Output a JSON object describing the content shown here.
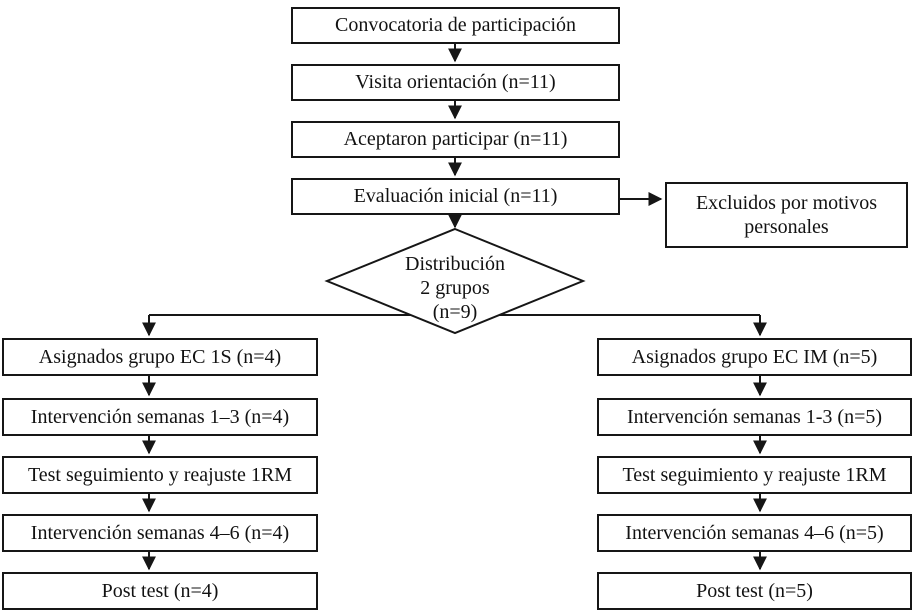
{
  "colors": {
    "ink": "#161616",
    "background": "#ffffff"
  },
  "flow": {
    "center": [
      "Convocatoria de participación",
      "Visita orientación (n=11)",
      "Aceptaron participar (n=11)",
      "Evaluación inicial (n=11)"
    ],
    "excluded": "Excluidos por motivos personales",
    "decision": [
      "Distribución",
      "2 grupos",
      "(n=9)"
    ],
    "left": [
      "Asignados grupo EC 1S (n=4)",
      "Intervención semanas 1–3 (n=4)",
      "Test seguimiento y reajuste 1RM",
      "Intervención semanas 4–6 (n=4)",
      "Post test (n=4)"
    ],
    "right": [
      "Asignados grupo EC IM (n=5)",
      "Intervención semanas 1-3 (n=5)",
      "Test seguimiento y reajuste 1RM",
      "Intervención semanas 4–6 (n=5)",
      "Post test (n=5)"
    ]
  }
}
